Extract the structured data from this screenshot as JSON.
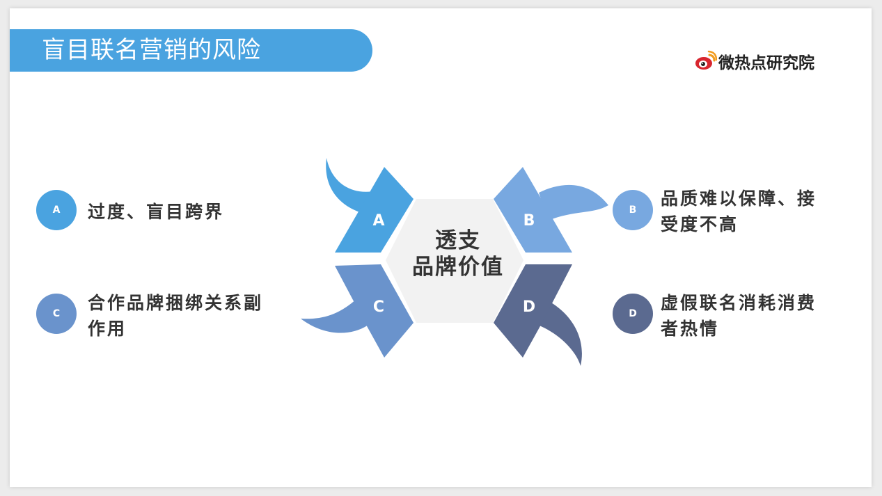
{
  "title": "盲目联名营销的风险",
  "logo": {
    "text": "微热点研究院",
    "icon": "weibo-eye-icon"
  },
  "center": {
    "line1": "透支",
    "line2": "品牌价值"
  },
  "colors": {
    "A": "#4aa3e0",
    "B": "#78a8e0",
    "C": "#6a93cc",
    "D": "#5b6a90",
    "accent": "#4aa3e0",
    "hex_fill": "#f2f2f2"
  },
  "items": [
    {
      "letter": "A",
      "text": "过度、盲目跨界"
    },
    {
      "letter": "B",
      "line1": "品质难以保障、接",
      "line2": "受度不高"
    },
    {
      "letter": "C",
      "line1": "合作品牌捆绑关系副",
      "line2": "作用"
    },
    {
      "letter": "D",
      "line1": "虚假联名消耗消费",
      "line2": "者热情"
    }
  ]
}
